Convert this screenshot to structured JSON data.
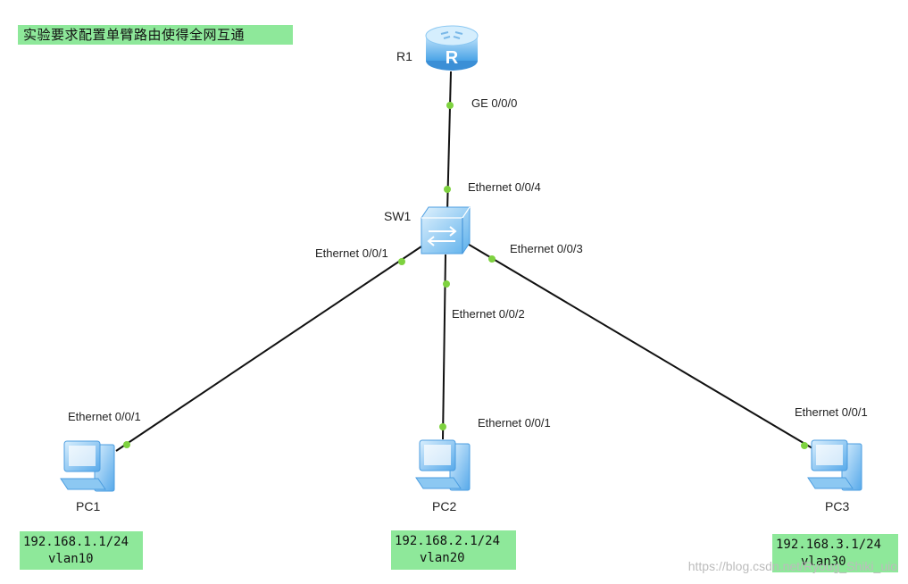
{
  "title": "实验要求配置单臂路由使得全网互通",
  "devices": {
    "router": {
      "label": "R1",
      "icon": "router-icon"
    },
    "switch": {
      "label": "SW1",
      "icon": "switch-icon"
    },
    "pc1": {
      "label": "PC1",
      "icon": "pc-icon",
      "ip": "192.168.1.1/24",
      "vlan": "vlan10"
    },
    "pc2": {
      "label": "PC2",
      "icon": "pc-icon",
      "ip": "192.168.2.1/24",
      "vlan": "vlan20"
    },
    "pc3": {
      "label": "PC3",
      "icon": "pc-icon",
      "ip": "192.168.3.1/24",
      "vlan": "vlan30"
    }
  },
  "ports": {
    "r1_ge": "GE 0/0/0",
    "sw_e4": "Ethernet 0/0/4",
    "sw_e1": "Ethernet 0/0/1",
    "sw_e2": "Ethernet 0/0/2",
    "sw_e3": "Ethernet 0/0/3",
    "pc1_e1": "Ethernet 0/0/1",
    "pc2_e1": "Ethernet 0/0/1",
    "pc3_e1": "Ethernet 0/0/1"
  },
  "colors": {
    "link": "#111111",
    "port_dot": "#7ed23f",
    "note_bg": "#8ee89a",
    "device_blue": "#6cb6f0"
  },
  "watermark": "https://blog.csdn.net/Ryoug_Shiki_uio"
}
